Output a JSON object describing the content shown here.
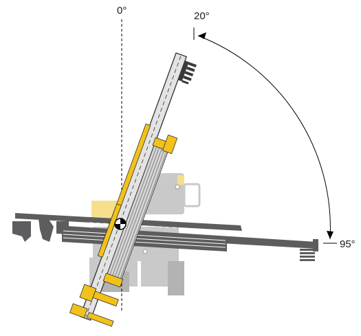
{
  "diagram": {
    "labels": {
      "vertical_reference": "0°",
      "mast_angle": "20°",
      "max_angle": "95°"
    },
    "colors": {
      "boom": "#5d5d5f",
      "boom_highlight": "#ffffff",
      "carrier": "#c9c9c9",
      "carrier_dark": "#b3b3b3",
      "yellow": "#f2c21b",
      "yellow_pale": "#f6de8c",
      "mast_face": "#e3e3e3",
      "mast_edge": "#2f2f2f",
      "rods": "#8c8c8c",
      "pivot": "#000000"
    }
  }
}
